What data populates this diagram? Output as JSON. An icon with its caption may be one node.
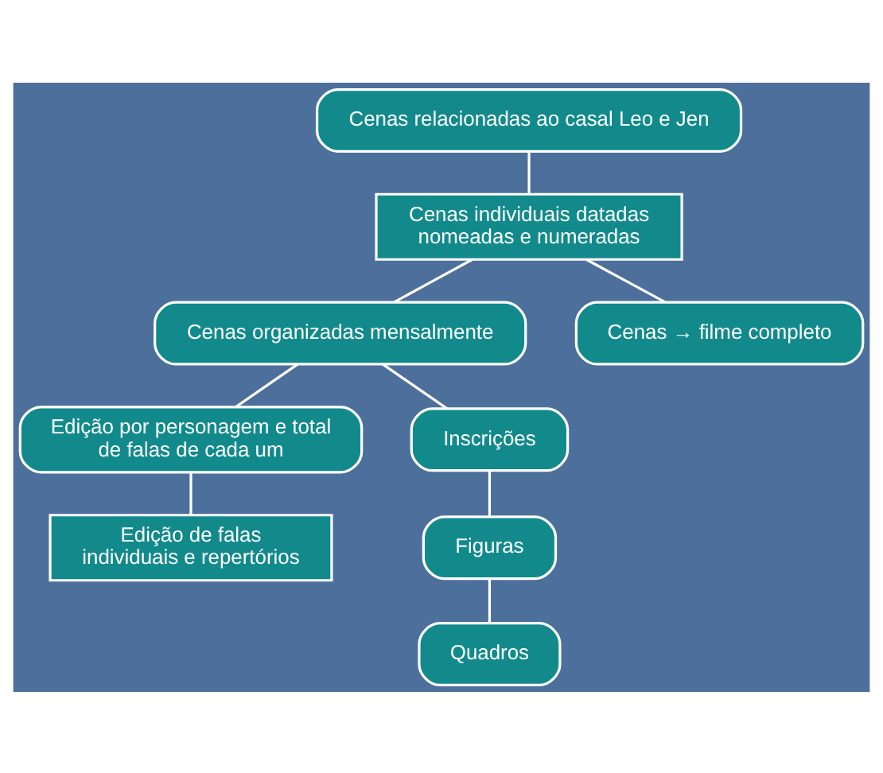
{
  "diagram": {
    "nodes": [
      {
        "text": [
          "Cenas relacionadas ao casal Leo e Jen"
        ]
      },
      {
        "text": [
          "Cenas individuais datadas nomeadas e numeradas"
        ]
      },
      {
        "text": [
          "Cenas organizadas mensalmente"
        ]
      },
      {
        "text": [
          "Cenas → filme completo"
        ]
      },
      {
        "text": [
          "Edição por personagem e total de falas de cada um"
        ]
      },
      {
        "text": [
          "Edição de falas individuais e repertórios"
        ]
      },
      {
        "text": [
          "Inscrições"
        ]
      },
      {
        "text": [
          "Figuras"
        ]
      },
      {
        "text": [
          "Quadros"
        ]
      }
    ],
    "edges": [
      {
        "from": 0,
        "to": 1,
        "arrow": "none"
      },
      {
        "from": 1,
        "to": 2,
        "arrow": "none"
      },
      {
        "from": 1,
        "to": 3,
        "arrow": "none"
      },
      {
        "from": 2,
        "to": 4,
        "arrow": "none"
      },
      {
        "from": 4,
        "to": 5,
        "arrow": "none"
      },
      {
        "from": 2,
        "to": 6,
        "arrow": "none"
      },
      {
        "from": 6,
        "to": 7,
        "arrow": "none"
      },
      {
        "from": 7,
        "to": 8,
        "arrow": "none"
      }
    ]
  }
}
